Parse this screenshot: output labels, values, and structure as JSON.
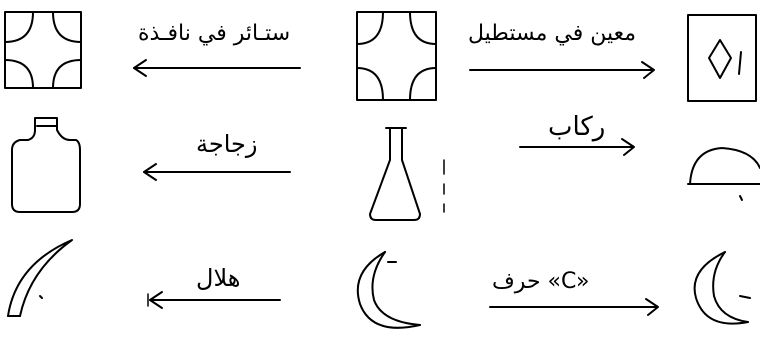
{
  "rows": [
    {
      "left_label": "ستـائر في نافـذة",
      "right_label": "معين في مستطيل",
      "left_figure": "curtains-in-window",
      "middle_figure": "square-with-concave-corners",
      "right_figure": "rhombus-in-rectangle"
    },
    {
      "left_label": "زجاجة",
      "right_label": "ركاب",
      "left_figure": "bottle",
      "middle_figure": "flask",
      "right_figure": "stirrup-semicircle"
    },
    {
      "left_label": "هلال",
      "right_label": "حرف «C»",
      "left_figure": "crescent-thin",
      "middle_figure": "crescent-moon",
      "right_figure": "letter-c-crescent"
    }
  ],
  "colors": {
    "ink": "#000000",
    "background": "#ffffff"
  }
}
